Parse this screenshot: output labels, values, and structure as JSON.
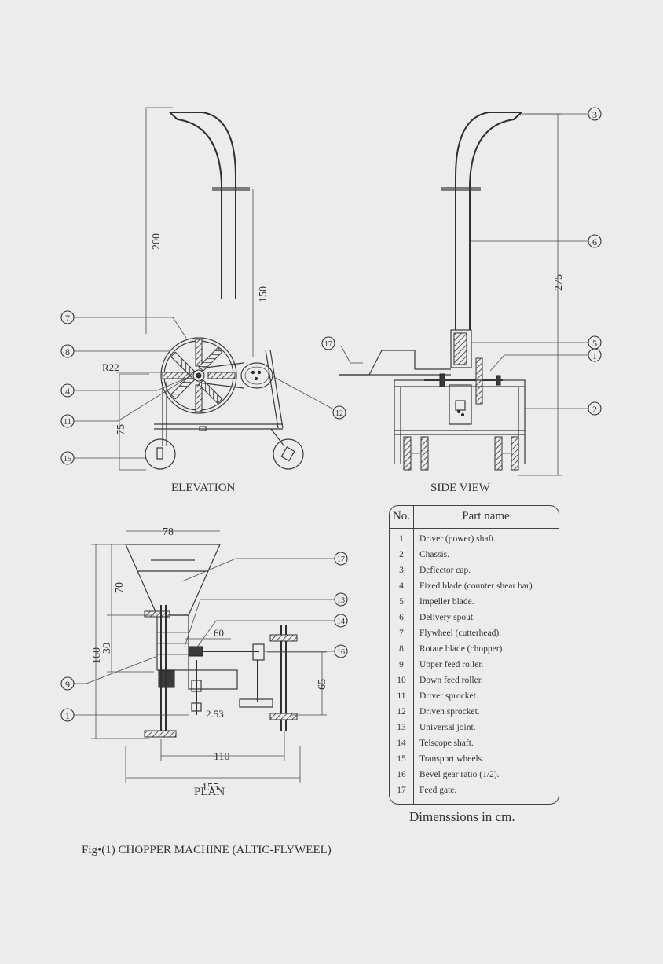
{
  "views": {
    "elevation": "ELEVATION",
    "side_view": "SIDE VIEW",
    "plan": "PLAN"
  },
  "dimensions": {
    "elevation_height": "200",
    "elevation_mid": "150",
    "elevation_base": "75",
    "radius": "R22",
    "side_height": "275",
    "plan_width": "78",
    "plan_70": "70",
    "plan_160": "160",
    "plan_30": "30",
    "plan_60": "60",
    "plan_65": "65",
    "plan_253": "2.53",
    "plan_110": "110",
    "plan_155": "155"
  },
  "callouts": {
    "c1": "1",
    "c2": "2",
    "c3": "3",
    "c4": "4",
    "c5": "5",
    "c6": "6",
    "c7": "7",
    "c8": "8",
    "c9": "9",
    "c11": "11",
    "c12": "12",
    "c13": "13",
    "c14": "14",
    "c15": "15",
    "c16": "16",
    "c17": "17"
  },
  "parts_table": {
    "header_no": "No.",
    "header_name": "Part name",
    "rows": [
      {
        "no": "1",
        "name": "Driver (power) shaft."
      },
      {
        "no": "2",
        "name": "Chassis."
      },
      {
        "no": "3",
        "name": "Deflector cap."
      },
      {
        "no": "4",
        "name": "Fixed blade (counter shear bar)"
      },
      {
        "no": "5",
        "name": "Impeller blade."
      },
      {
        "no": "6",
        "name": "Delivery spout."
      },
      {
        "no": "7",
        "name": "Flywheel (cutterhead)."
      },
      {
        "no": "8",
        "name": "Rotate blade (chopper)."
      },
      {
        "no": "9",
        "name": "Upper feed roller."
      },
      {
        "no": "10",
        "name": "Down feed roller."
      },
      {
        "no": "11",
        "name": "Driver sprocket."
      },
      {
        "no": "12",
        "name": "Driven sprocket."
      },
      {
        "no": "13",
        "name": "Universal joint."
      },
      {
        "no": "14",
        "name": "Telscope shaft."
      },
      {
        "no": "15",
        "name": "Transport wheels."
      },
      {
        "no": "16",
        "name": "Bevel gear ratio (1/2)."
      },
      {
        "no": "17",
        "name": "Feed gate."
      }
    ]
  },
  "units_note": "Dimenssions in cm.",
  "caption": "Fig•(1) CHOPPER MACHINE (ALTIC-FLYWEEL)"
}
